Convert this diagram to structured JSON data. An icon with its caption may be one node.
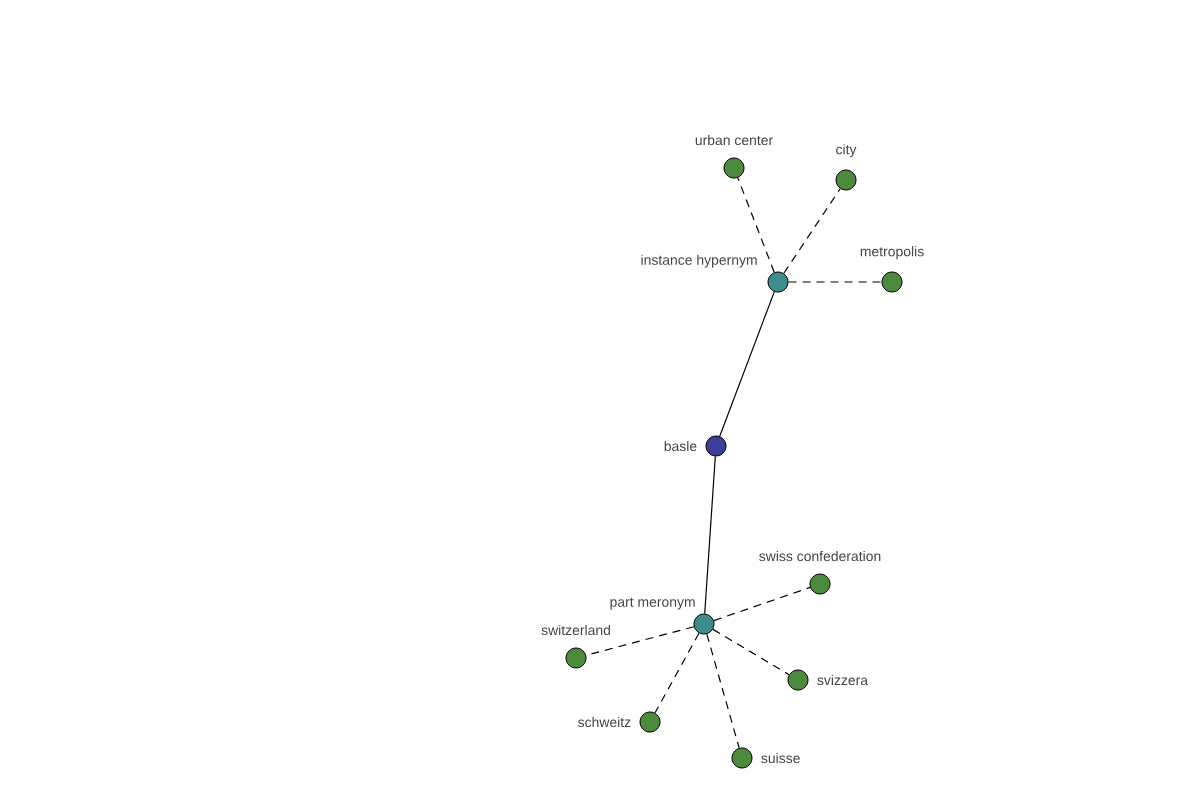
{
  "diagram": {
    "nodes": [
      {
        "text": [
          "urban center"
        ]
      },
      {
        "text": [
          "city"
        ]
      },
      {
        "text": [
          "instance hypernym"
        ]
      },
      {
        "text": [
          "metropolis"
        ]
      },
      {
        "text": [
          "basle"
        ]
      },
      {
        "text": [
          "swiss confederation"
        ]
      },
      {
        "text": [
          "part meronym"
        ]
      },
      {
        "text": [
          "switzerland"
        ]
      },
      {
        "text": [
          "svizzera"
        ]
      },
      {
        "text": [
          "schweitz"
        ]
      },
      {
        "text": [
          "suisse"
        ]
      }
    ],
    "edges": [
      {
        "from": 2,
        "to": 0,
        "arrow": "none",
        "style": "dashed"
      },
      {
        "from": 2,
        "to": 1,
        "arrow": "none",
        "style": "dashed"
      },
      {
        "from": 2,
        "to": 3,
        "arrow": "none",
        "style": "dashed"
      },
      {
        "from": 4,
        "to": 2,
        "arrow": "none"
      },
      {
        "from": 4,
        "to": 6,
        "arrow": "none"
      },
      {
        "from": 6,
        "to": 5,
        "arrow": "none",
        "style": "dashed"
      },
      {
        "from": 6,
        "to": 7,
        "arrow": "none",
        "style": "dashed"
      },
      {
        "from": 6,
        "to": 8,
        "arrow": "none",
        "style": "dashed"
      },
      {
        "from": 6,
        "to": 9,
        "arrow": "none",
        "style": "dashed"
      },
      {
        "from": 6,
        "to": 10,
        "arrow": "none",
        "style": "dashed"
      }
    ]
  }
}
